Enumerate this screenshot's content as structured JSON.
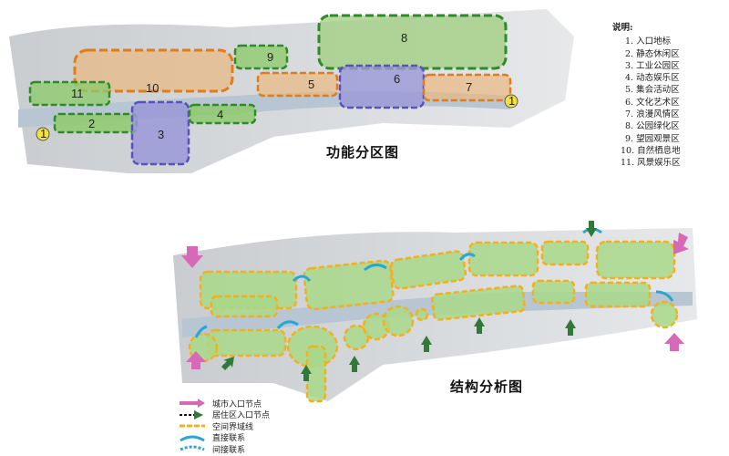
{
  "top_map": {
    "title": "功能分区图",
    "legend_heading": "说明:",
    "legend_items": [
      "1. 入口地标",
      "2. 静态休闲区",
      "3. 工业公园区",
      "4. 动态娱乐区",
      "5. 集会活动区",
      "6. 文化艺术区",
      "7. 浪漫风情区",
      "8. 公园绿化区",
      "9. 望园观景区",
      "10. 自然栖息地",
      "11. 风景娱乐区"
    ],
    "zone_numbers": [
      "1",
      "2",
      "3",
      "4",
      "5",
      "6",
      "7",
      "8",
      "9",
      "10",
      "11",
      "1"
    ]
  },
  "bottom_map": {
    "title": "结构分析图",
    "legend": [
      {
        "icon": "city-entrance-arrow",
        "label": "城市入口节点"
      },
      {
        "icon": "residential-entrance-arrow",
        "label": "居住区入口节点"
      },
      {
        "icon": "space-boundary-line",
        "label": "空间界域线"
      },
      {
        "icon": "direct-link-arrow",
        "label": "直接联系"
      },
      {
        "icon": "indirect-link-arrow",
        "label": "间接联系"
      }
    ]
  },
  "colors": {
    "green": "#9fcf7e",
    "orange": "#e8a23c",
    "purple": "#9a98d8",
    "yellow": "#f4e23a",
    "pink": "#d66ab9",
    "dark_green": "#2f7a36",
    "blue": "#2aa6d6",
    "boundary": "#f3b01a"
  }
}
